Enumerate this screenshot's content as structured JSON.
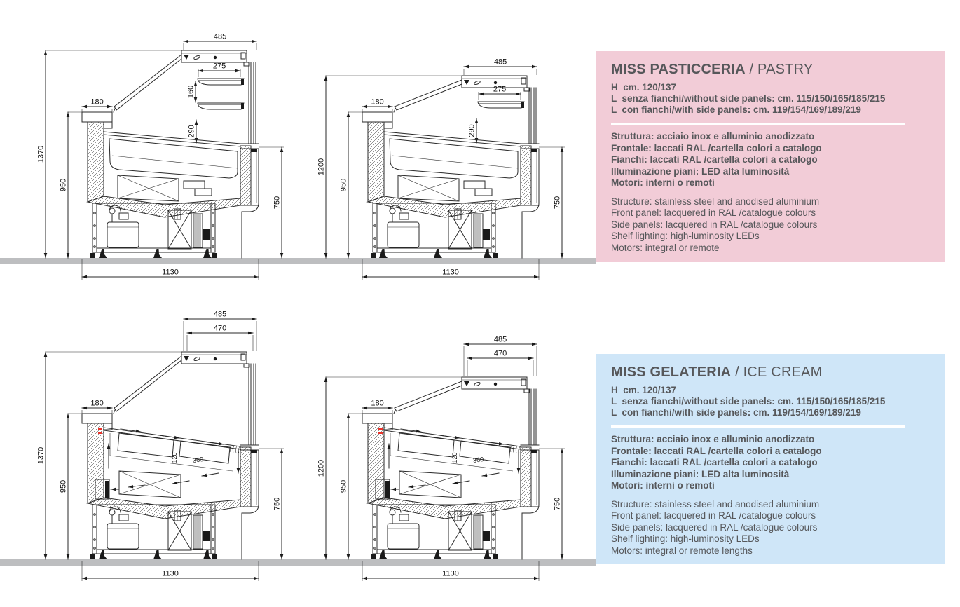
{
  "floor": {
    "color": "#bdbec0"
  },
  "panels": {
    "pastry": {
      "bg": "#f2ccd7",
      "text_color": "#56575a",
      "title_it": "MISS PASTICCERIA",
      "title_sep": " / ",
      "title_en": "PASTRY",
      "height_line": "H  cm. 120/137",
      "length_without": "L  senza fianchi/without side panels: cm. 115/150/165/185/215",
      "length_with": "L  con fianchi/with side panels: cm. 119/154/169/189/219",
      "specs_it": [
        "Struttura: acciaio inox e alluminio anodizzato",
        "Frontale: laccati RAL /cartella colori a catalogo",
        "Fianchi: laccati RAL /cartella colori a catalogo",
        "Illuminazione piani: LED alta luminosità",
        "Motori: interni o remoti"
      ],
      "specs_en": [
        "Structure: stainless steel and anodised aluminium",
        "Front panel: lacquered in RAL /catalogue colours",
        "Side panels: lacquered in RAL /catalogue colours",
        "Shelf lighting: high-luminosity LEDs",
        "Motors: integral or remote"
      ]
    },
    "gelato": {
      "bg": "#cfe6f8",
      "text_color": "#56575a",
      "title_it": "MISS GELATERIA",
      "title_sep": " / ",
      "title_en": "ICE CREAM",
      "height_line": "H  cm. 120/137",
      "length_without": "L  senza fianchi/without side panels: cm. 115/150/165/185/215",
      "length_with": "L  con fianchi/with side panels: cm. 119/154/169/189/219",
      "specs_it": [
        "Struttura: acciaio inox e alluminio anodizzato",
        "Frontale: laccati RAL /cartella colori a catalogo",
        "Fianchi: laccati RAL /cartella colori a catalogo",
        "Illuminazione piani: LED alta luminosità",
        "Motori: interni o remoti"
      ],
      "specs_en": [
        "Structure: stainless steel and anodised aluminium",
        "Front panel: lacquered in RAL /catalogue colours",
        "Side panels: lacquered in RAL /catalogue colours",
        "Shelf lighting: high-luminosity LEDs",
        "Motors: integral or remote lengths"
      ]
    }
  },
  "drawings": [
    {
      "id": "pastry-tall",
      "variant": "pastry",
      "size": "tall",
      "dims": {
        "canopy_width": "485",
        "shelf_width": "275",
        "shelf_gap": "160",
        "shelf_to_deck": "290",
        "rear_ledge": "180",
        "total_height": "1370",
        "rear_height": "950",
        "front_height": "750",
        "base_width": "1130"
      }
    },
    {
      "id": "pastry-short",
      "variant": "pastry",
      "size": "short",
      "dims": {
        "canopy_width": "485",
        "shelf_width": "275",
        "shelf_to_deck": "290",
        "rear_ledge": "180",
        "total_height": "1200",
        "rear_height": "950",
        "front_height": "750",
        "base_width": "1130"
      }
    },
    {
      "id": "gelato-tall",
      "variant": "gelato",
      "size": "tall",
      "dims": {
        "canopy_width": "485",
        "glass_width": "470",
        "rear_ledge": "180",
        "total_height": "1370",
        "rear_height": "950",
        "front_height": "750",
        "base_width": "1130",
        "pan_depth": "120",
        "pan_length": "360"
      }
    },
    {
      "id": "gelato-short",
      "variant": "gelato",
      "size": "short",
      "dims": {
        "canopy_width": "485",
        "glass_width": "470",
        "rear_ledge": "180",
        "total_height": "1200",
        "rear_height": "950",
        "front_height": "750",
        "base_width": "1130",
        "pan_depth": "120",
        "pan_length": "360"
      }
    }
  ]
}
